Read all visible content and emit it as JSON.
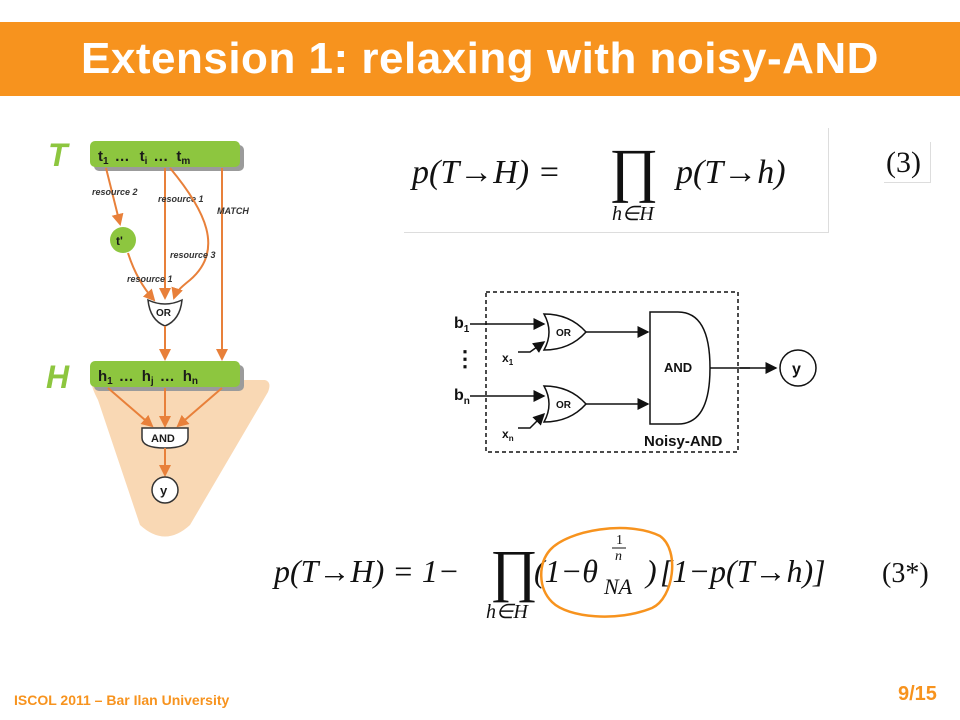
{
  "slide": {
    "title": "Extension 1: relaxing with noisy-AND",
    "footer": "ISCOL 2011 – Bar Ilan University",
    "page": "9/15"
  },
  "colors": {
    "accent": "#f7931e",
    "green": "#8dc63f",
    "arrow": "#e8803a",
    "peach": "#f9d8b4"
  },
  "graph": {
    "t_label": "T",
    "h_label": "H",
    "t_nodes": [
      "t",
      "1",
      "…",
      "t",
      "i",
      "…",
      "t",
      "m"
    ],
    "h_nodes": [
      "h",
      "1",
      "…",
      "h",
      "j",
      "…",
      "h",
      "n"
    ],
    "t_prime": "t'",
    "or_label": "OR",
    "and_label": "AND",
    "y_label": "y",
    "edge_labels": [
      "resource 2",
      "resource 1",
      "MATCH",
      "resource 3",
      "resource 1"
    ]
  },
  "eq3": {
    "lhs": "p(T→H) =",
    "prod": "∏",
    "sub": "h∈H",
    "rhs": "p(T→h)",
    "num": "(3)"
  },
  "noisy_and": {
    "b1": "b",
    "b1_sub": "1",
    "bn": "b",
    "bn_sub": "n",
    "x1": "x",
    "x1_sub": "1",
    "xn": "x",
    "xn_sub": "n",
    "dots": "⋮",
    "or_label": "OR",
    "and_label": "AND",
    "y_label": "y",
    "caption": "Noisy-AND"
  },
  "eq3star": {
    "lhs": "p(T→H) = 1−",
    "prod": "∏",
    "sub": "h∈H",
    "theta_open": "(1−θ",
    "exp_num": "1",
    "exp_den": "n",
    "theta_sub": "NA",
    "theta_close": ")",
    "rhs": "[1−p(T→h)]",
    "num": "(3*)"
  }
}
